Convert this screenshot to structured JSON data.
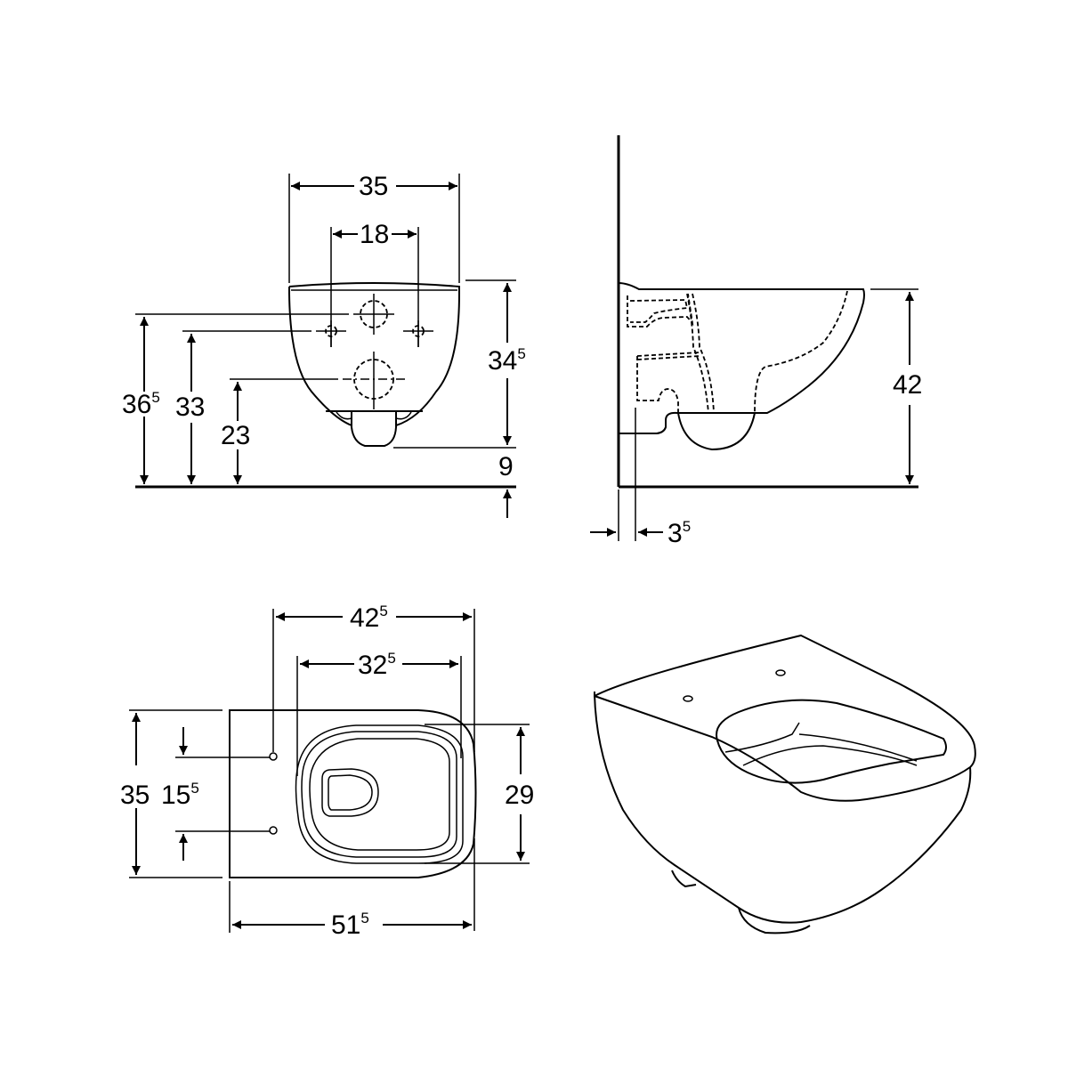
{
  "front_view": {
    "overall_width": {
      "main": "35",
      "sup": ""
    },
    "fixing_spacing": {
      "main": "18",
      "sup": ""
    },
    "inlet_height": {
      "main": "36",
      "sup": "5"
    },
    "fixing_height": {
      "main": "33",
      "sup": ""
    },
    "outlet_height": {
      "main": "23",
      "sup": ""
    },
    "bowl_height": {
      "main": "34",
      "sup": "5"
    },
    "outlet_clearance": {
      "main": "9",
      "sup": ""
    }
  },
  "side_view": {
    "rim_height": {
      "main": "42",
      "sup": ""
    },
    "wall_offset": {
      "main": "3",
      "sup": "5"
    }
  },
  "top_view": {
    "fixing_to_front": {
      "main": "42",
      "sup": "5"
    },
    "seat_opening_length": {
      "main": "32",
      "sup": "5"
    },
    "overall_width": {
      "main": "35",
      "sup": ""
    },
    "fixing_spacing": {
      "main": "15",
      "sup": "5"
    },
    "seat_opening_width": {
      "main": "29",
      "sup": ""
    },
    "overall_depth": {
      "main": "51",
      "sup": "5"
    }
  },
  "perspective_view": {
    "label": ""
  },
  "colors": {
    "line": "#000000",
    "background": "#ffffff"
  }
}
